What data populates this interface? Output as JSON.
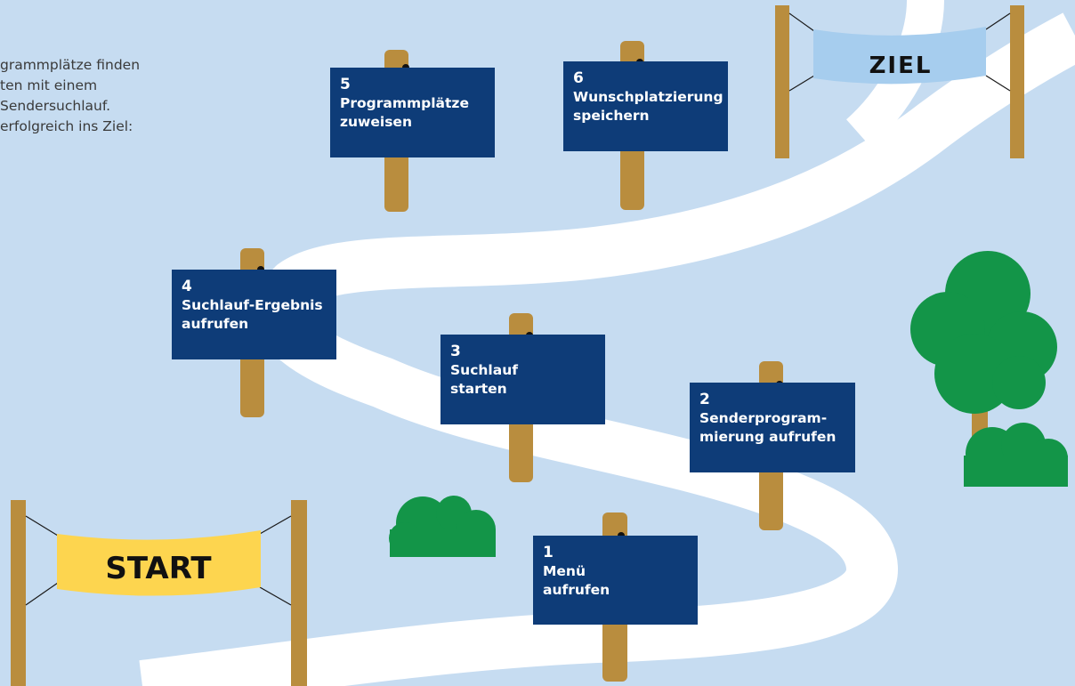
{
  "intro_lines": [
    "grammplätze finden",
    "ten mit einem",
    "Sendersuchlauf.",
    "erfolgreich ins Ziel:"
  ],
  "banners": {
    "start": "START",
    "ziel": "ZIEL"
  },
  "steps": [
    {
      "number": "1",
      "label": "Menü\naufrufen"
    },
    {
      "number": "2",
      "label": "Senderprogram-\nmierung aufrufen"
    },
    {
      "number": "3",
      "label": "Suchlauf\nstarten"
    },
    {
      "number": "4",
      "label": "Suchlauf-Ergebnis\naufrufen"
    },
    {
      "number": "5",
      "label": "Programmplätze\nzuweisen"
    },
    {
      "number": "6",
      "label": "Wunschplatzierung\nspeichern"
    }
  ],
  "colors": {
    "background": "#c6dcf1",
    "path": "#ffffff",
    "sign": "#0e3c78",
    "post": "#b98d3e",
    "start_banner": "#fdd54f",
    "ziel_banner": "#a6cdee",
    "tree": "#139548"
  }
}
